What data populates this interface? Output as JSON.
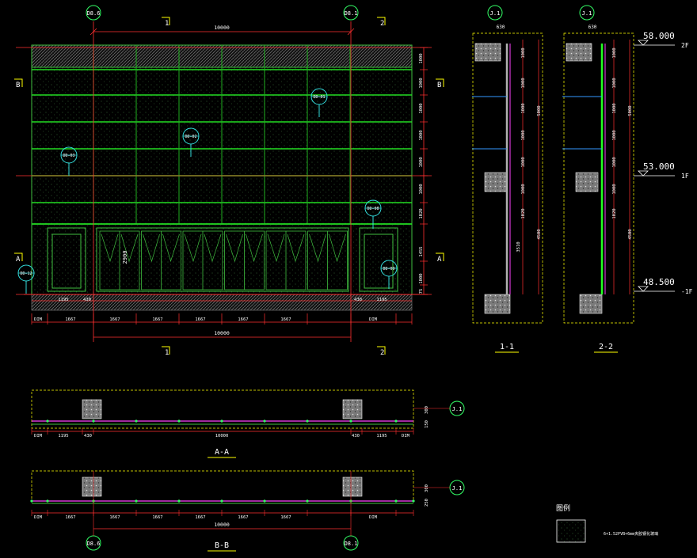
{
  "colors": {
    "background": "#000000",
    "dim": "#ff3030",
    "grid": "#22cc22",
    "text": "#ffffff",
    "label": "#eeee44",
    "bubble": "#33ff66",
    "curtain": "#3fbf3f",
    "hatch": "#6a6a6a",
    "tag": "#33dddd",
    "section_line": "#ffff00",
    "magenta": "#ff44ff",
    "column": "#b0b0b0"
  },
  "axes": {
    "left": "D8.6",
    "right": "D8.1",
    "section_a": "J.1",
    "section_b": "J.1",
    "bottom_left": "D8.6",
    "bottom_right": "D8.1",
    "plan_a": "J.1",
    "plan_b": "J.1"
  },
  "section_marks": {
    "top_left": "1",
    "top_right": "2",
    "bottom_left": "1",
    "bottom_right": "2",
    "left_b": "B",
    "right_b": "B",
    "left_a": "A",
    "right_a": "A"
  },
  "elevation": {
    "total_width": "10000",
    "bottom_total": "10000",
    "top_segments": [
      "DIM",
      "1667",
      "1667",
      "1667",
      "1667",
      "1667",
      "1667",
      "DIM"
    ],
    "door_dims": [
      "1195",
      "430",
      "430",
      "1195"
    ],
    "right_dims": [
      "1000",
      "1000",
      "1000",
      "1000",
      "1000",
      "1000",
      "1020",
      "1455",
      "1000",
      "75"
    ],
    "door_height": "2900",
    "tags": [
      "DD-01",
      "DD-02",
      "DD-03",
      "DD-12",
      "DD-08",
      "DD-09"
    ]
  },
  "section_1": {
    "title": "1-1",
    "top_dim": "630",
    "inner_dims": [
      "1000",
      "1000",
      "1000",
      "1000",
      "1000",
      "1000",
      "1020"
    ],
    "outer_dims": [
      "5000",
      "4500",
      "3510"
    ]
  },
  "section_2": {
    "title": "2-2",
    "top_dim": "630",
    "inner_dims": [
      "1000",
      "1000",
      "1000",
      "1000",
      "1000",
      "1000",
      "1020"
    ],
    "outer_dims": [
      "5000",
      "4500"
    ]
  },
  "levels": [
    {
      "value": "58.000",
      "floor": "2F"
    },
    {
      "value": "53.000",
      "floor": "1F"
    },
    {
      "value": "48.500",
      "floor": "-1F"
    }
  ],
  "plan_a": {
    "title": "A-A",
    "dims": [
      "DIM",
      "1195",
      "430",
      "10000",
      "430",
      "1195",
      "DIM"
    ],
    "side_dims": [
      "300",
      "150"
    ]
  },
  "plan_b": {
    "title": "B-B",
    "dims": [
      "DIM",
      "1667",
      "1667",
      "1667",
      "1667",
      "1667",
      "1667",
      "DIM"
    ],
    "total": "10000",
    "side_dims": [
      "300",
      "250"
    ]
  },
  "legend": {
    "title": "图例",
    "note": "6+1.52PVB+6mm夹胶钢化玻璃"
  }
}
